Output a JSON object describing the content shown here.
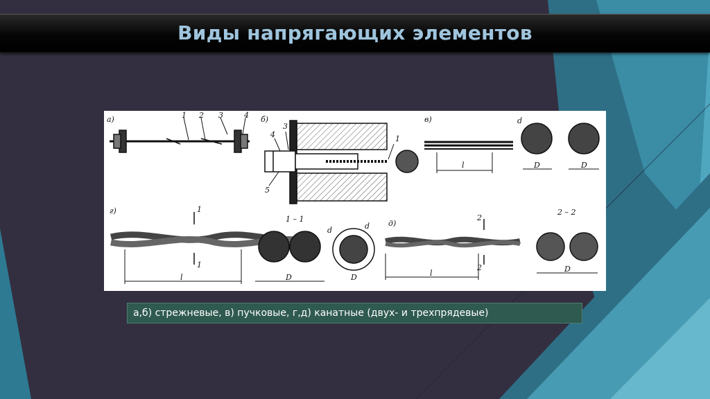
{
  "slide": {
    "title": "Виды напрягающих элементов",
    "caption": "а,б) стрежневые, в) пучковые, г,д) канатные (двух- и трехпрядевые)"
  },
  "figure": {
    "panel_labels": [
      "а)",
      "б)",
      "в)",
      "г)",
      "д)"
    ],
    "callouts": [
      "1",
      "2",
      "3",
      "4",
      "3",
      "4",
      "5",
      "1",
      "1",
      "1",
      "1 – 1",
      "2",
      "2",
      "2 – 2"
    ],
    "dimension_labels": [
      "l",
      "D",
      "D",
      "l",
      "D",
      "D",
      "l",
      "D",
      "d",
      "d",
      "d"
    ]
  },
  "colors": {
    "background": "#332f40",
    "accent_teal": "#3c8fa6",
    "title_text": "#9fc4dd",
    "caption_bg": "#2f5a4f"
  }
}
